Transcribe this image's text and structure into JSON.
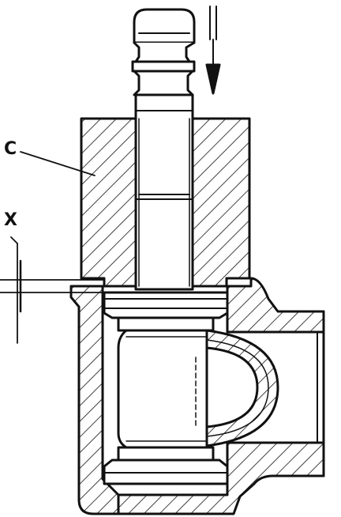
{
  "callouts": {
    "c": "C",
    "x": "X"
  },
  "colors": {
    "ink": "#111111",
    "paper": "#ffffff"
  },
  "arrow": {
    "direction": "down"
  }
}
